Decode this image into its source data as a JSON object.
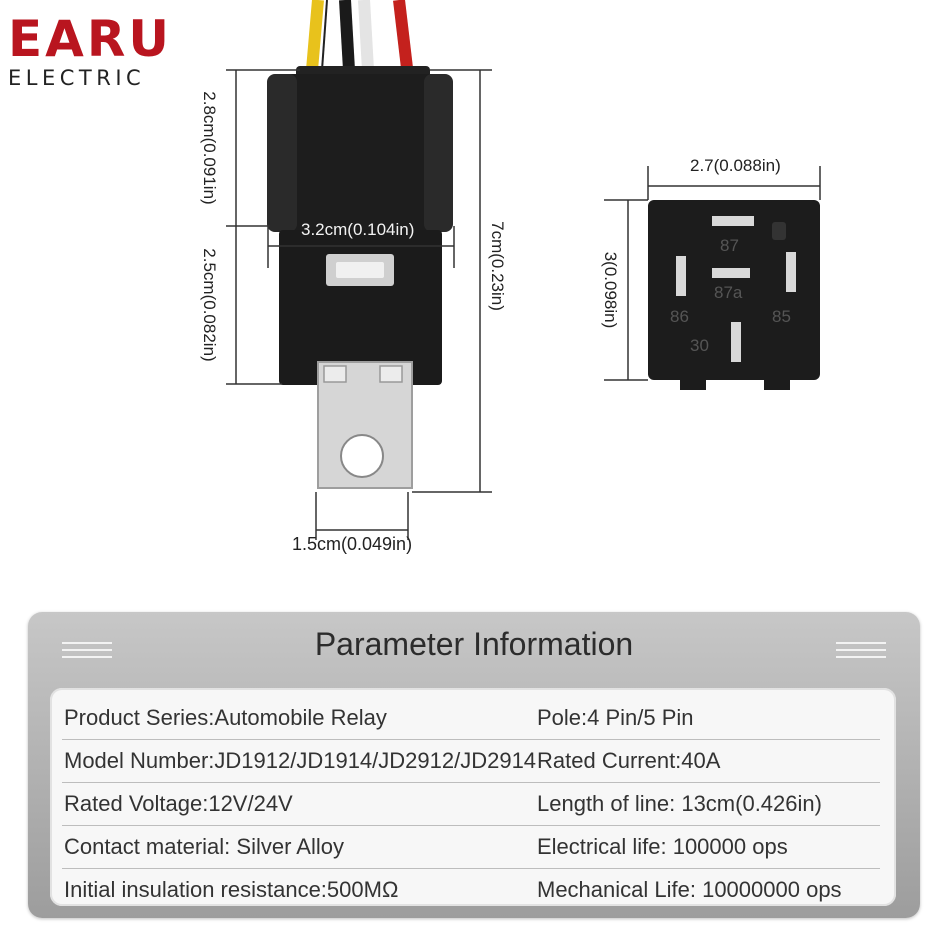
{
  "brand": {
    "name": "EARU",
    "tagline": "ELECTRIC"
  },
  "dimensions": {
    "top_height": "2.8cm(0.091in)",
    "body_width": "3.2cm(0.104in)",
    "lower_height": "2.5cm(0.082in)",
    "total_height": "7cm(0.23in)",
    "bracket_width": "1.5cm(0.049in)",
    "front_width": "2.7(0.088in)",
    "front_height": "3(0.098in)"
  },
  "pins": [
    "87",
    "87a",
    "86",
    "85",
    "30"
  ],
  "parameters": {
    "title": "Parameter Information",
    "rows": [
      {
        "left": "Product Series:Automobile Relay",
        "right": "Pole:4 Pin/5 Pin"
      },
      {
        "left": "Model Number:JD1912/JD1914/JD2912/JD2914",
        "right": "Rated Current:40A"
      },
      {
        "left": "Rated Voltage:12V/24V",
        "right": "Length of line: 13cm(0.426in)"
      },
      {
        "left": "Contact material: Silver Alloy",
        "right": "Electrical life: 100000 ops"
      },
      {
        "left": "Initial insulation resistance:500MΩ",
        "right": "Mechanical Life: 10000000 ops"
      }
    ]
  },
  "colors": {
    "brand_red": "#b9151f",
    "relay_black": "#1b1b1b",
    "panel_grey": "#b3b3b3",
    "wire_yellow": "#e8c21c",
    "wire_red": "#c4211d",
    "wire_black": "#1a1a1a",
    "wire_white": "#f0f0f0"
  }
}
